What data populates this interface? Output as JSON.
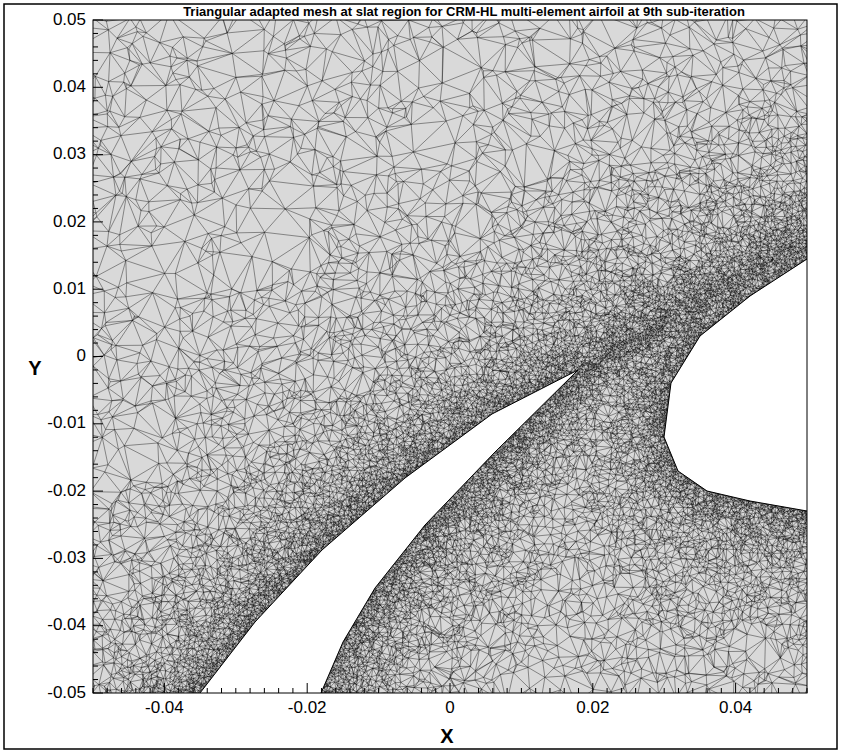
{
  "diagram": {
    "title": "Triangular adapted mesh at slat region for CRM-HL multi-element airfoil at 9th sub-iteration",
    "labels": [
      "Y",
      "0.05",
      "0.04",
      "0.03",
      "0.02",
      "0.01",
      "0",
      "-0.01",
      "-0.02",
      "-0.03",
      "-0.04",
      "-0.05",
      "-0.04",
      "-0.02",
      "0",
      "0.02",
      "0.04",
      "X"
    ]
  }
}
